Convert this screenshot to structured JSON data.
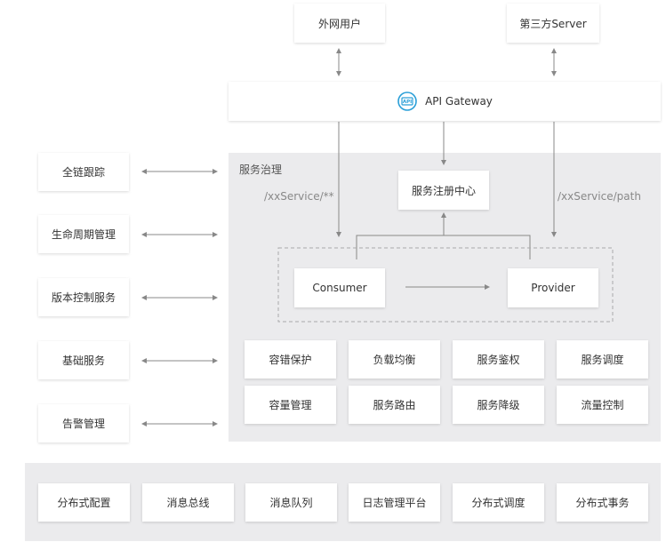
{
  "top": {
    "external_users": "外网用户",
    "third_party": "第三方Server"
  },
  "gateway": {
    "label": "API Gateway",
    "icon": "api-gateway-icon"
  },
  "governance": {
    "title": "服务治理",
    "path_left": "/xxService/**",
    "path_right": "/xxService/path",
    "registry": "服务注册中心",
    "consumer": "Consumer",
    "provider": "Provider",
    "features": [
      "容错保护",
      "负载均衡",
      "服务鉴权",
      "服务调度",
      "容量管理",
      "服务路由",
      "服务降级",
      "流量控制"
    ]
  },
  "left_items": [
    "全链跟踪",
    "生命周期管理",
    "版本控制服务",
    "基础服务",
    "告警管理"
  ],
  "bottom_items": [
    "分布式配置",
    "消息总线",
    "消息队列",
    "日志管理平台",
    "分布式调度",
    "分布式事务"
  ],
  "colors": {
    "accent": "#2a9fd8",
    "panel": "#ebebed",
    "line": "#888888"
  }
}
